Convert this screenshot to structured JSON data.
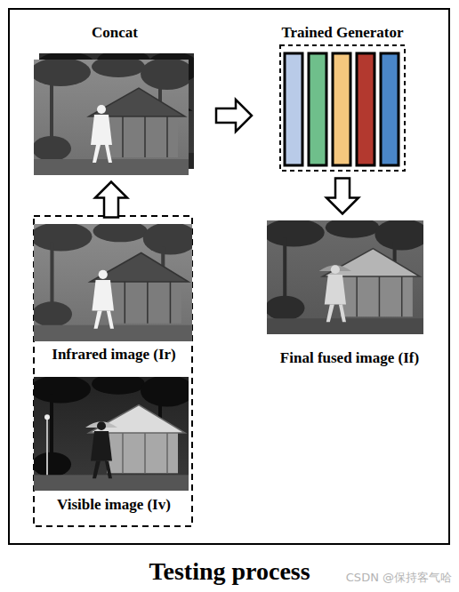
{
  "diagram": {
    "caption": "Testing process",
    "nodes": [
      {
        "text": [
          "Concat"
        ]
      },
      {
        "text": [
          "Trained Generator"
        ]
      },
      {
        "text": [
          "Infrared image (Ir)"
        ]
      },
      {
        "text": [
          "Visible image (Iv)"
        ]
      },
      {
        "text": [
          "Final fused image (If)"
        ]
      }
    ],
    "edges": [
      {
        "from": 2,
        "to": 0,
        "arrow": "to"
      },
      {
        "from": 0,
        "to": 1,
        "arrow": "to"
      },
      {
        "from": 1,
        "to": 4,
        "arrow": "to"
      }
    ],
    "labels": [
      "CSDN @保持客气哈"
    ]
  }
}
